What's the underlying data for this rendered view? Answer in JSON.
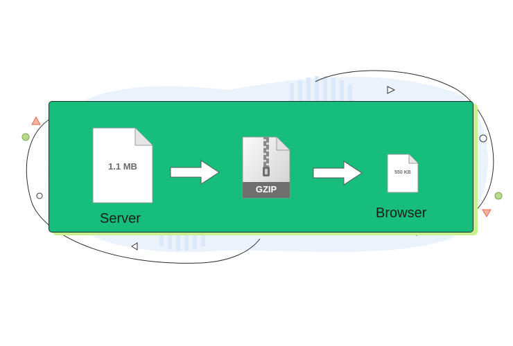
{
  "diagram": {
    "server_file_size": "1.1 MB",
    "server_caption": "Server",
    "zip_label": "GZIP",
    "browser_file_size": "550 KB",
    "browser_caption": "Browser"
  },
  "colors": {
    "panel": "#16bd7b",
    "panel_shadow": "#c9f08e",
    "blob": "#e9f2fd",
    "triangle_red": "#f27a5a",
    "circle_green": "#a9d17c"
  },
  "icons": [
    "file-icon",
    "zip-file-icon",
    "arrow-right-icon",
    "triangle-icon",
    "circle-icon"
  ]
}
